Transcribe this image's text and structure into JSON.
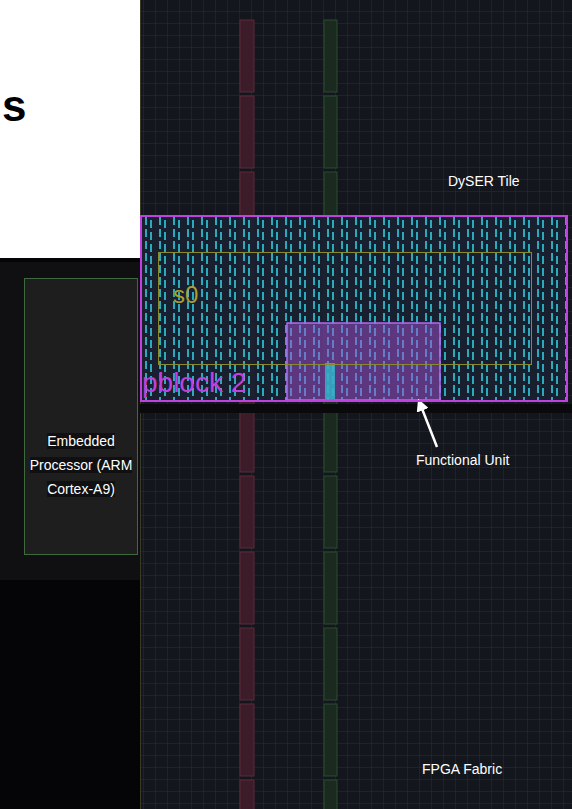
{
  "diagram": {
    "nodes": [
      {
        "text": [
          "Embedded Processor (ARM Cortex-A9)"
        ]
      },
      {
        "text": [
          "pblock 2"
        ]
      },
      {
        "text": [
          "s0"
        ],
        "in": 1
      }
    ],
    "labels": [
      "s",
      "DySER Tile",
      "Functional Unit",
      "FPGA Fabric"
    ]
  }
}
